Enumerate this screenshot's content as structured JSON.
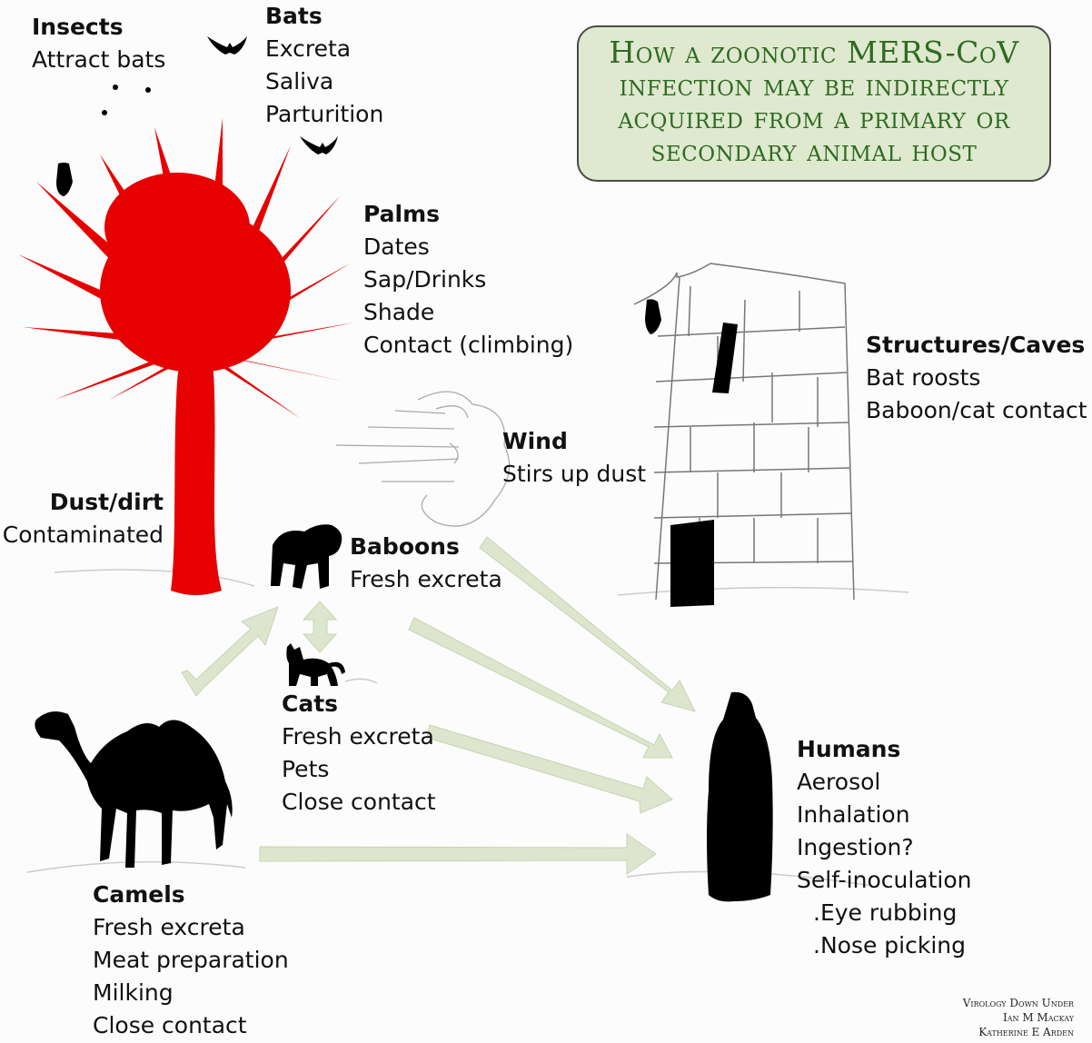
{
  "title": [
    "How a zoonotic MERS-CoV",
    "infection may be indirectly",
    "acquired from a primary or",
    "secondary animal host"
  ],
  "nodes": {
    "insects": {
      "heading": "Insects",
      "lines": [
        "Attract bats"
      ]
    },
    "bats": {
      "heading": "Bats",
      "lines": [
        "Excreta",
        "Saliva",
        "Parturition"
      ]
    },
    "palms": {
      "heading": "Palms",
      "lines": [
        "Dates",
        "Sap/Drinks",
        "Shade",
        "Contact (climbing)"
      ]
    },
    "structures": {
      "heading": "Structures/Caves",
      "lines": [
        "Bat roosts",
        "Baboon/cat contact"
      ]
    },
    "wind": {
      "heading": "Wind",
      "lines": [
        "Stirs up dust"
      ]
    },
    "dust": {
      "heading": "Dust/dirt",
      "lines": [
        "Contaminated"
      ]
    },
    "baboons": {
      "heading": "Baboons",
      "lines": [
        "Fresh excreta"
      ]
    },
    "cats": {
      "heading": "Cats",
      "lines": [
        "Fresh excreta",
        "Pets",
        "Close contact"
      ]
    },
    "camels": {
      "heading": "Camels",
      "lines": [
        "Fresh excreta",
        "Meat preparation",
        "Milking",
        "Close contact"
      ]
    },
    "humans": {
      "heading": "Humans",
      "lines": [
        "Aerosol",
        "Inhalation",
        "Ingestion?",
        "Self-inoculation",
        ".Eye rubbing",
        ".Nose picking"
      ]
    }
  },
  "credits": [
    "Virology Down Under",
    "Ian M Mackay",
    "Katherine E Arden"
  ],
  "colors": {
    "palm": "#e60000",
    "arrow": "#dde6cc",
    "arrow_stroke": "#c8d3b3",
    "title_bg": "#dfe9cf",
    "title_text": "#2f6b22",
    "silhouette": "#000000"
  }
}
